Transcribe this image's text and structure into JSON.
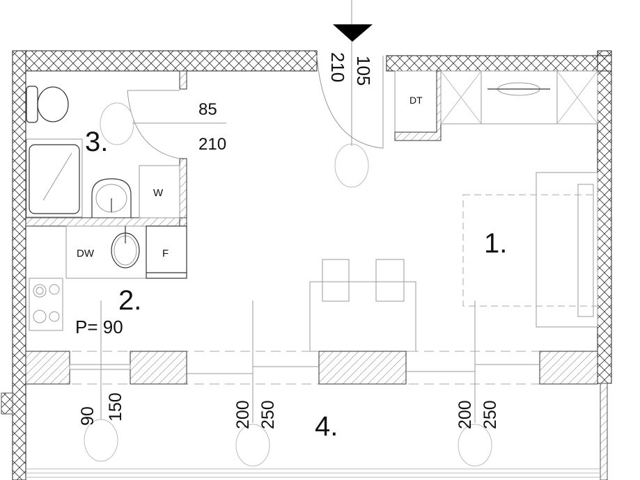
{
  "rooms": [
    {
      "label": "1."
    },
    {
      "label": "2."
    },
    {
      "label": "3."
    },
    {
      "label": "4."
    }
  ],
  "bathroom_door": {
    "width": "85",
    "height": "210"
  },
  "entrance_door": {
    "height": "210",
    "width": "105"
  },
  "fixtures": {
    "dishwasher": "DW",
    "fridge": "F",
    "washer": "W",
    "dryer_tumbler": "DT"
  },
  "kitchen_parapet": "P= 90",
  "windows": [
    {
      "sill": "90",
      "height": "150"
    },
    {
      "sill": "200",
      "height": "250"
    },
    {
      "sill": "200",
      "height": "250"
    }
  ]
}
